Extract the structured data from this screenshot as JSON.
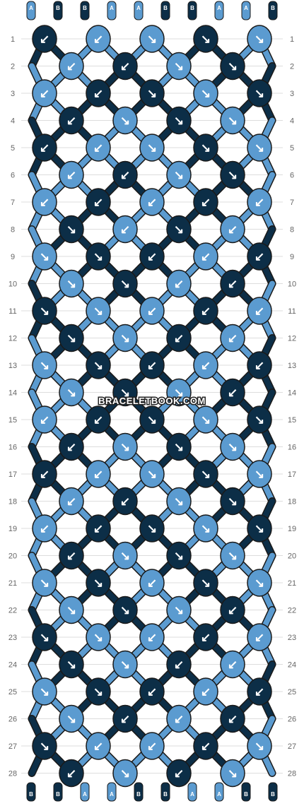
{
  "watermark": "BRACELETBOOK.COM",
  "colors": {
    "A": "#5b9bd0",
    "B": "#0c2e47",
    "outline": "#1a1a1a",
    "arrow": "#ffffff"
  },
  "top_strands": [
    "A",
    "B",
    "B",
    "A",
    "A",
    "B",
    "B",
    "A",
    "A",
    "B"
  ],
  "bottom_strands": [
    "B",
    "B",
    "A",
    "A",
    "B",
    "B",
    "A",
    "A",
    "B",
    "B"
  ],
  "rows": [
    {
      "n": 1,
      "knots": [
        [
          "B",
          "↙"
        ],
        [
          "A",
          "↙"
        ],
        [
          "A",
          "↘"
        ],
        [
          "B",
          "↘"
        ],
        [
          "A",
          "↘"
        ]
      ]
    },
    {
      "n": 2,
      "knots": [
        [
          "A",
          "↙"
        ],
        [
          "B",
          "↙"
        ],
        [
          "A",
          "↘"
        ],
        [
          "B",
          "↘"
        ]
      ]
    },
    {
      "n": 3,
      "knots": [
        [
          "A",
          "↙"
        ],
        [
          "B",
          "↙"
        ],
        [
          "B",
          "↘"
        ],
        [
          "A",
          "↘"
        ],
        [
          "B",
          "↘"
        ]
      ]
    },
    {
      "n": 4,
      "knots": [
        [
          "B",
          "↙"
        ],
        [
          "A",
          "↘"
        ],
        [
          "B",
          "↘"
        ],
        [
          "A",
          "↘"
        ]
      ]
    },
    {
      "n": 5,
      "knots": [
        [
          "B",
          "↙"
        ],
        [
          "A",
          "↙"
        ],
        [
          "A",
          "↘"
        ],
        [
          "B",
          "↘"
        ],
        [
          "A",
          "↘"
        ]
      ]
    },
    {
      "n": 6,
      "knots": [
        [
          "A",
          "↙"
        ],
        [
          "B",
          "↙"
        ],
        [
          "A",
          "↘"
        ],
        [
          "B",
          "↘"
        ]
      ]
    },
    {
      "n": 7,
      "knots": [
        [
          "A",
          "↙"
        ],
        [
          "B",
          "↙"
        ],
        [
          "A",
          "↙"
        ],
        [
          "B",
          "↙"
        ],
        [
          "A",
          "↙"
        ]
      ]
    },
    {
      "n": 8,
      "knots": [
        [
          "B",
          "↘"
        ],
        [
          "A",
          "↙"
        ],
        [
          "B",
          "↘"
        ],
        [
          "A",
          "↙"
        ]
      ]
    },
    {
      "n": 9,
      "knots": [
        [
          "A",
          "↘"
        ],
        [
          "B",
          "↘"
        ],
        [
          "B",
          "↙"
        ],
        [
          "A",
          "↙"
        ],
        [
          "B",
          "↙"
        ]
      ]
    },
    {
      "n": 10,
      "knots": [
        [
          "A",
          "↘"
        ],
        [
          "B",
          "↘"
        ],
        [
          "A",
          "↙"
        ],
        [
          "B",
          "↙"
        ]
      ]
    },
    {
      "n": 11,
      "knots": [
        [
          "B",
          "↘"
        ],
        [
          "A",
          "↘"
        ],
        [
          "A",
          "↙"
        ],
        [
          "B",
          "↙"
        ],
        [
          "A",
          "↙"
        ]
      ]
    },
    {
      "n": 12,
      "knots": [
        [
          "B",
          "↘"
        ],
        [
          "A",
          "↘"
        ],
        [
          "B",
          "↙"
        ],
        [
          "A",
          "↙"
        ]
      ]
    },
    {
      "n": 13,
      "knots": [
        [
          "A",
          "↘"
        ],
        [
          "B",
          "↘"
        ],
        [
          "B",
          "↙"
        ],
        [
          "A",
          "↙"
        ],
        [
          "B",
          "↙"
        ]
      ]
    },
    {
      "n": 14,
      "knots": [
        [
          "A",
          "↘"
        ],
        [
          "B",
          "↘"
        ],
        [
          "A",
          "↘"
        ],
        [
          "B",
          "↙"
        ]
      ]
    },
    {
      "n": 15,
      "knots": [
        [
          "A",
          "↙"
        ],
        [
          "B",
          "↙"
        ],
        [
          "B",
          "↘"
        ],
        [
          "A",
          "↘"
        ],
        [
          "B",
          "↘"
        ]
      ]
    },
    {
      "n": 16,
      "knots": [
        [
          "B",
          "↙"
        ],
        [
          "A",
          "↘"
        ],
        [
          "B",
          "↘"
        ],
        [
          "A",
          "↘"
        ]
      ]
    },
    {
      "n": 17,
      "knots": [
        [
          "B",
          "↙"
        ],
        [
          "A",
          "↙"
        ],
        [
          "A",
          "↘"
        ],
        [
          "B",
          "↘"
        ],
        [
          "A",
          "↘"
        ]
      ]
    },
    {
      "n": 18,
      "knots": [
        [
          "A",
          "↙"
        ],
        [
          "B",
          "↙"
        ],
        [
          "A",
          "↘"
        ],
        [
          "B",
          "↘"
        ]
      ]
    },
    {
      "n": 19,
      "knots": [
        [
          "A",
          "↙"
        ],
        [
          "B",
          "↙"
        ],
        [
          "B",
          "↘"
        ],
        [
          "A",
          "↘"
        ],
        [
          "B",
          "↘"
        ]
      ]
    },
    {
      "n": 20,
      "knots": [
        [
          "B",
          "↙"
        ],
        [
          "A",
          "↘"
        ],
        [
          "B",
          "↘"
        ],
        [
          "A",
          "↘"
        ]
      ]
    },
    {
      "n": 21,
      "knots": [
        [
          "A",
          "↘"
        ],
        [
          "B",
          "↘"
        ],
        [
          "A",
          "↙"
        ],
        [
          "B",
          "↘"
        ],
        [
          "A",
          "↘"
        ]
      ]
    },
    {
      "n": 22,
      "knots": [
        [
          "A",
          "↘"
        ],
        [
          "B",
          "↘"
        ],
        [
          "A",
          "↘"
        ],
        [
          "B",
          "↙"
        ]
      ]
    },
    {
      "n": 23,
      "knots": [
        [
          "B",
          "↘"
        ],
        [
          "A",
          "↘"
        ],
        [
          "A",
          "↙"
        ],
        [
          "B",
          "↙"
        ],
        [
          "A",
          "↙"
        ]
      ]
    },
    {
      "n": 24,
      "knots": [
        [
          "B",
          "↘"
        ],
        [
          "A",
          "↘"
        ],
        [
          "B",
          "↙"
        ],
        [
          "A",
          "↙"
        ]
      ]
    },
    {
      "n": 25,
      "knots": [
        [
          "A",
          "↘"
        ],
        [
          "B",
          "↘"
        ],
        [
          "B",
          "↙"
        ],
        [
          "A",
          "↙"
        ],
        [
          "B",
          "↙"
        ]
      ]
    },
    {
      "n": 26,
      "knots": [
        [
          "A",
          "↘"
        ],
        [
          "B",
          "↙"
        ],
        [
          "A",
          "↙"
        ],
        [
          "B",
          "↙"
        ]
      ]
    },
    {
      "n": 27,
      "knots": [
        [
          "B",
          "↘"
        ],
        [
          "A",
          "↙"
        ],
        [
          "A",
          "↙"
        ],
        [
          "B",
          "↙"
        ],
        [
          "A",
          "↘"
        ]
      ]
    },
    {
      "n": 28,
      "knots": [
        [
          "B",
          "↙"
        ],
        [
          "A",
          "↘"
        ],
        [
          "B",
          "↙"
        ],
        [
          "A",
          "↘"
        ]
      ]
    }
  ]
}
